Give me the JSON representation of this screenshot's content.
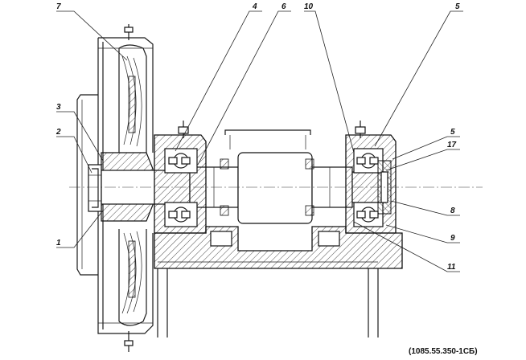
{
  "drawing_code": "(1085.55.350-1СБ)",
  "callouts": [
    {
      "id": "7",
      "text": "7"
    },
    {
      "id": "3",
      "text": "3"
    },
    {
      "id": "2",
      "text": "2"
    },
    {
      "id": "1",
      "text": "1"
    },
    {
      "id": "4",
      "text": "4"
    },
    {
      "id": "6",
      "text": "6"
    },
    {
      "id": "10",
      "text": "10"
    },
    {
      "id": "5a",
      "text": "5"
    },
    {
      "id": "5b",
      "text": "5"
    },
    {
      "id": "17",
      "text": "17"
    },
    {
      "id": "8",
      "text": "8"
    },
    {
      "id": "9",
      "text": "9"
    },
    {
      "id": "11",
      "text": "11"
    }
  ]
}
